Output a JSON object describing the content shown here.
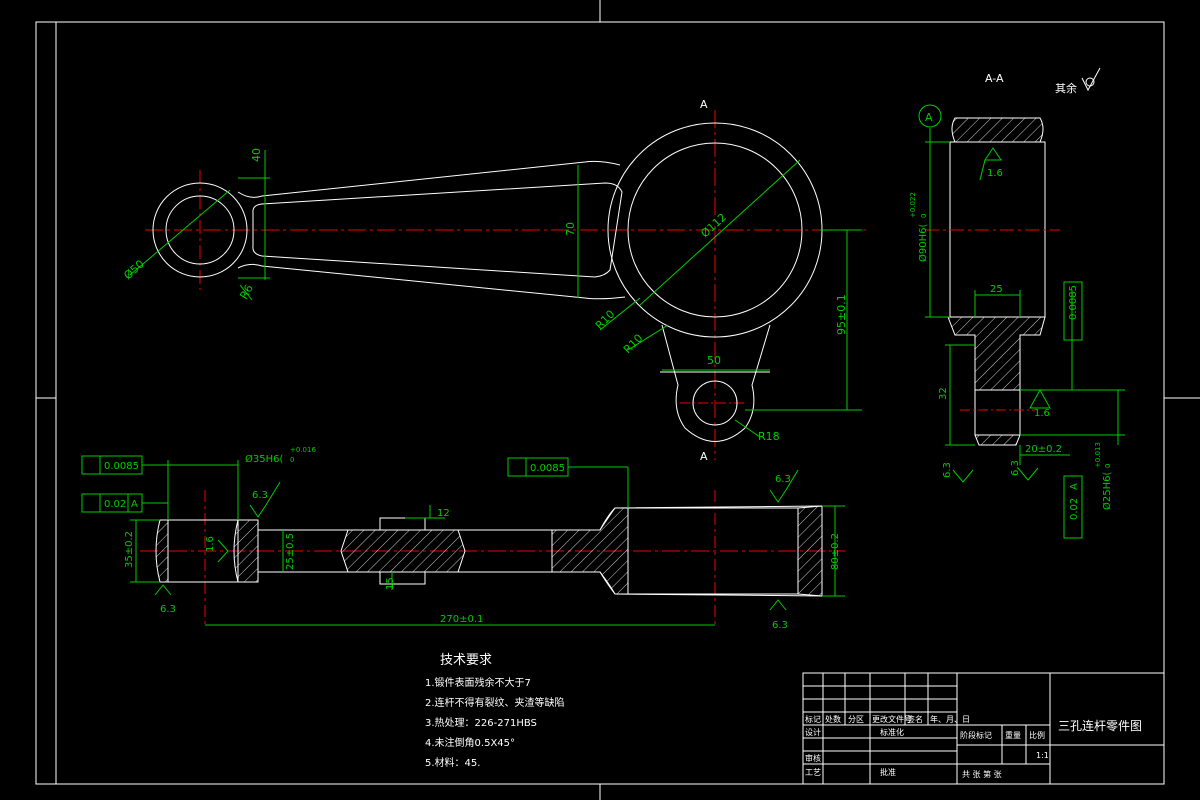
{
  "drawing": {
    "title": "三孔连杆零件图",
    "section_label": "A-A",
    "section_mark_top": "A",
    "section_mark_bottom": "A",
    "datum_label": "A",
    "rest_label": "其余",
    "rest_roughness": "",
    "scale": "1:1"
  },
  "top_view": {
    "dim_40": "40",
    "dim_70": "70",
    "dim_phi112": "Ø112",
    "dim_phi50": "Ø50",
    "dim_R6": "R6",
    "dim_R10_a": "R10",
    "dim_R10_b": "R10",
    "dim_50": "50",
    "dim_95": "95±0.1",
    "dim_R18": "R18"
  },
  "section_view": {
    "dim_phi90": "Ø90H6(",
    "dim_phi90_tol": "+0.022",
    "dim_phi90_tol2": "0",
    "rough_1_6_top": "1.6",
    "dim_25": "25",
    "flatness_value": "0.0085",
    "dim_32": "32",
    "rough_1_6_mid": "1.6",
    "dim_20": "20±0.2",
    "rough_6_3_left": "6.3",
    "rough_6_3_right": "6.3",
    "parallel_value": "0.02",
    "parallel_datum": "A",
    "dim_phi25": "Ø25H6(",
    "dim_phi25_tol": "+0.013",
    "dim_phi25_tol2": "0"
  },
  "front_view": {
    "flatness_left_value": "0.0085",
    "parallel_left_value": "0.02",
    "parallel_left_datum": "A",
    "dim_phi35": "Ø35H6(",
    "dim_phi35_tol": "+0.016",
    "dim_phi35_tol2": "0",
    "flatness_right_value": "0.0085",
    "rough_6_3_a": "6.3",
    "rough_6_3_b": "6.3",
    "rough_6_3_c": "6.3",
    "rough_6_3_d": "6.3",
    "rough_1_6": "1.6",
    "dim_35": "35±0.2",
    "dim_25": "25±0.5",
    "dim_12": "12",
    "dim_15": "15",
    "dim_80": "80±0.2",
    "dim_270": "270±0.1"
  },
  "tech_notes": {
    "heading": "技术要求",
    "items": [
      "1.锻件表面残余不大于7",
      "2.连杆不得有裂纹、夹渣等缺陷",
      "3.热处理：226-271HBS",
      "4.未注倒角0.5X45°",
      "5.材料：45."
    ]
  },
  "title_block": {
    "row_labels": [
      "标记",
      "处数",
      "分区",
      "更改文件号",
      "签名",
      "年、月、日"
    ],
    "design": "设计",
    "standardize": "标准化",
    "review": "审核",
    "process": "工艺",
    "approve": "批准",
    "stage_mark": "阶段标记",
    "weight": "重量",
    "scale_label": "比例",
    "sheets": "共  张  第  张"
  }
}
